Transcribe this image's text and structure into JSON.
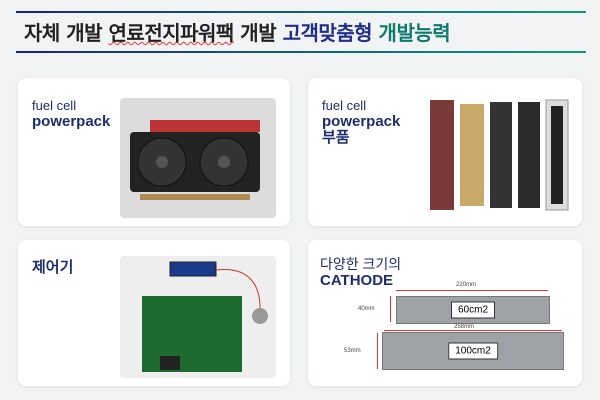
{
  "header": {
    "title_part1": "자체 개발 ",
    "title_underlined": "연료전지파워팩",
    "title_part2": " 개발 ",
    "title_accent1": "고객맞춤형",
    "title_accent2": " 개발능력"
  },
  "cards": [
    {
      "line1": "fuel cell",
      "line2": "powerpack"
    },
    {
      "line1": "fuel cell",
      "line2": "powerpack",
      "line3": "부품"
    },
    {
      "line1": "제어기"
    },
    {
      "line1": "다양한 크기의",
      "line2": "CATHODE"
    }
  ],
  "cathode": {
    "small": {
      "width": "220mm",
      "height": "40mm",
      "area": "60cm2"
    },
    "large": {
      "width": "258mm",
      "height": "53mm",
      "area": "100cm2"
    }
  },
  "colors": {
    "navy": "#1f2d6b",
    "gradient_start": "#1a237e",
    "gradient_end": "#0c9b7a"
  }
}
